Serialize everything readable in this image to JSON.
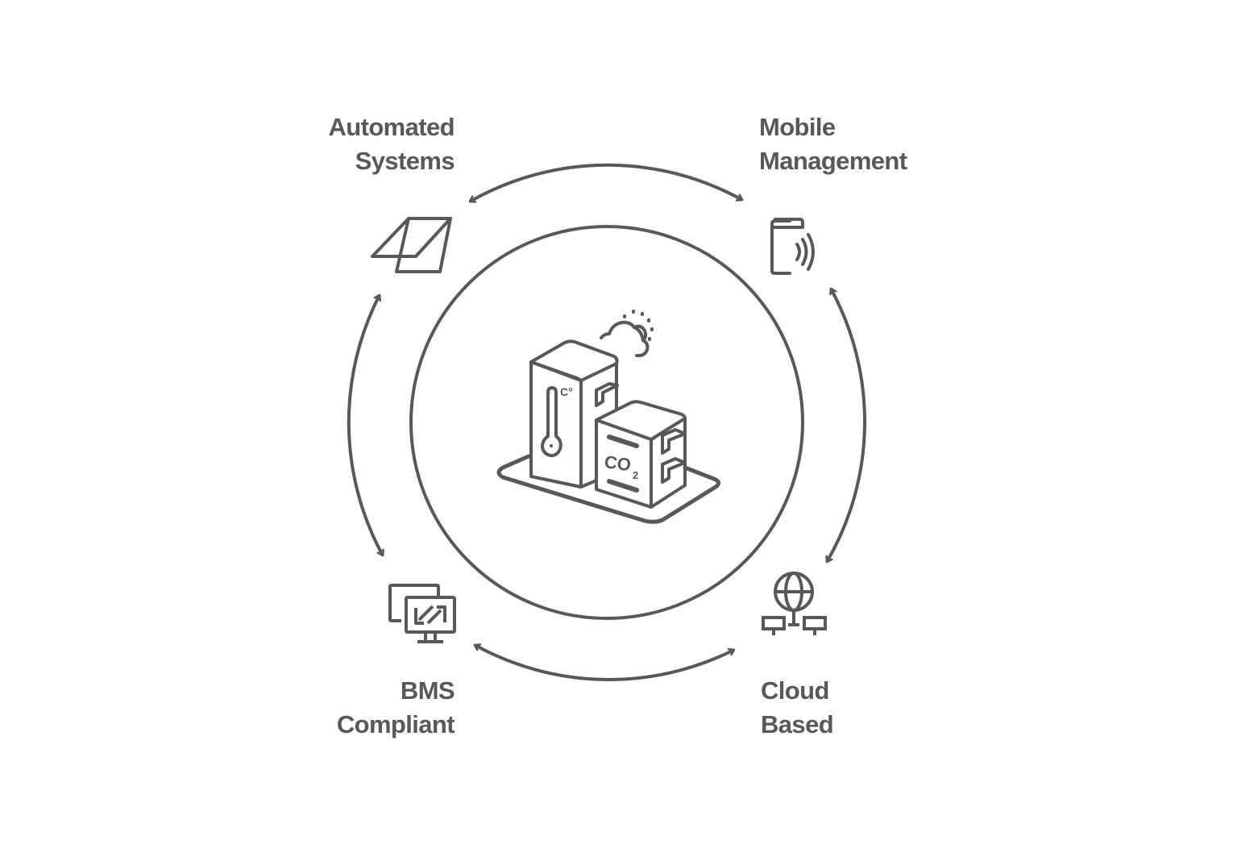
{
  "diagram": {
    "title": "Smart building environmental monitoring cycle",
    "stroke_color": "#58585a",
    "background_color": "#ffffff",
    "center": {
      "icon": "building-sensors-icon",
      "thermometer_label": "C°",
      "co2_label": "CO",
      "co2_subscript": "2",
      "weather_icon": "cloud-sun-icon"
    },
    "nodes": [
      {
        "id": "automated-systems",
        "lines": [
          "Automated",
          "Systems"
        ],
        "icon": "window-panel-icon"
      },
      {
        "id": "mobile-management",
        "lines": [
          "Mobile",
          "Management"
        ],
        "icon": "phone-wireless-icon"
      },
      {
        "id": "bms-compliant",
        "lines": [
          "BMS",
          "Compliant"
        ],
        "icon": "monitors-sync-icon"
      },
      {
        "id": "cloud-based",
        "lines": [
          "Cloud",
          "Based"
        ],
        "icon": "globe-network-icon"
      }
    ],
    "connections": [
      {
        "from": "automated-systems",
        "to": "mobile-management",
        "type": "bidirectional"
      },
      {
        "from": "mobile-management",
        "to": "cloud-based",
        "type": "bidirectional"
      },
      {
        "from": "cloud-based",
        "to": "bms-compliant",
        "type": "bidirectional"
      },
      {
        "from": "bms-compliant",
        "to": "automated-systems",
        "type": "bidirectional"
      }
    ]
  }
}
